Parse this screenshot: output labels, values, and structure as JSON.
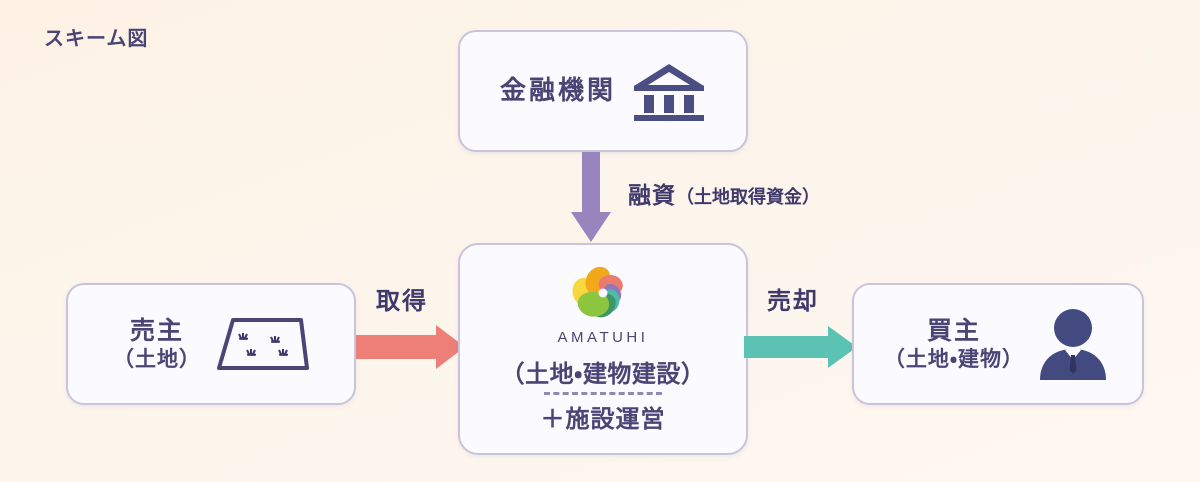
{
  "page": {
    "title": "スキーム図",
    "background_color": "#fdf4ea"
  },
  "colors": {
    "text_primary": "#4a4575",
    "box_border": "#c9c4dd",
    "box_fill": "#fbfaff",
    "arrow_loan": "#9a84be",
    "arrow_acquire": "#ed7f77",
    "arrow_sell": "#5cc3b4",
    "icon_navy": "#4a4e83"
  },
  "nodes": {
    "bank": {
      "label_main": "金融機関",
      "icon": "bank-icon"
    },
    "seller": {
      "label_main": "売主",
      "label_sub": "（土地）",
      "icon": "land-plot-icon"
    },
    "company": {
      "brand_name": "AMATUHI",
      "logo": "amatuhi-pinwheel-logo",
      "line1": "（土地・建物建設）",
      "line2": "＋施設運営"
    },
    "buyer": {
      "label_main": "買主",
      "label_sub": "（土地・建物）",
      "icon": "business-person-icon"
    }
  },
  "arrows": {
    "loan": {
      "label_main": "融資",
      "label_sub": "（土地取得資金）",
      "direction": "down",
      "color": "#9a84be"
    },
    "acquire": {
      "label": "取得",
      "direction": "right",
      "color": "#ed7f77"
    },
    "sell": {
      "label": "売却",
      "direction": "right",
      "color": "#5cc3b4"
    }
  }
}
